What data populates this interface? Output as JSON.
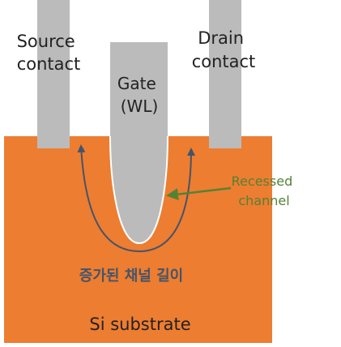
{
  "labels": {
    "source_line1": "Source",
    "source_line2": "contact",
    "drain_line1": "Drain",
    "drain_line2": "contact",
    "gate_line1": "Gate",
    "gate_line2": "(WL)",
    "recessed_line1": "Recessed",
    "recessed_line2": "channel",
    "channel_length": "증가된 채널 길이",
    "substrate": "Si substrate"
  },
  "colors": {
    "substrate": "#ED7D31",
    "contact": "#BBBBBB",
    "gate_outline": "#FFFFFF",
    "channel_arrow": "#44546A",
    "recess_arrow": "#548235",
    "text": "#222222"
  }
}
